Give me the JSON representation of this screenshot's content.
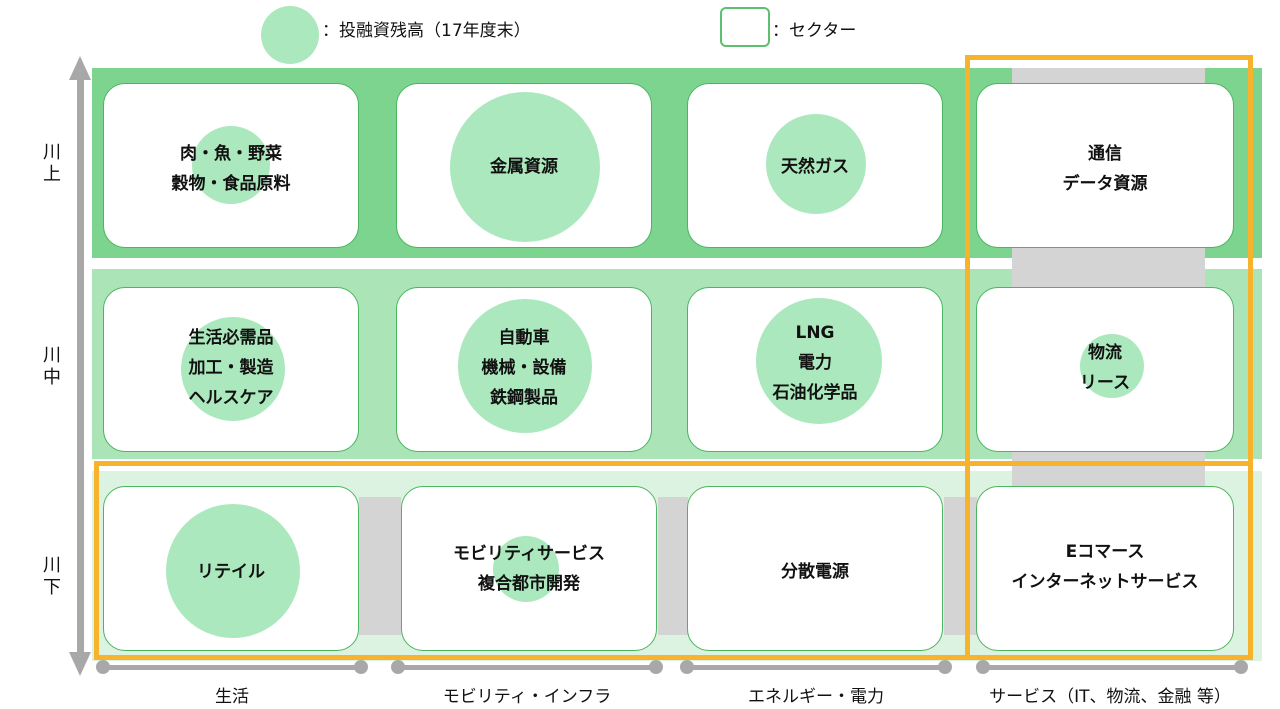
{
  "legend": {
    "bubble_label": "：投融資残高（17年度末）",
    "sector_label": "：セクター"
  },
  "y_axis": {
    "top": [
      "川",
      "上"
    ],
    "middle": [
      "川",
      "中"
    ],
    "bottom": [
      "川",
      "下"
    ]
  },
  "x_axis": {
    "categories": [
      "生活",
      "モビリティ・インフラ",
      "エネルギー・電力",
      "サービス（IT、物流、金融 等）"
    ]
  },
  "cells": {
    "upstream": [
      {
        "lines": [
          "肉・魚・野菜",
          "穀物・食品原料"
        ]
      },
      {
        "lines": [
          "金属資源"
        ]
      },
      {
        "lines": [
          "天然ガス"
        ]
      },
      {
        "lines": [
          "通信",
          "データ資源"
        ]
      }
    ],
    "midstream": [
      {
        "lines": [
          "生活必需品",
          "加工・製造",
          "ヘルスケア"
        ]
      },
      {
        "lines": [
          "自動車",
          "機械・設備",
          "鉄鋼製品"
        ]
      },
      {
        "lines": [
          "LNG",
          "電力",
          "石油化学品"
        ]
      },
      {
        "lines": [
          "物流",
          "リース"
        ]
      }
    ],
    "downstream": [
      {
        "lines": [
          "リテイル"
        ]
      },
      {
        "lines": [
          "モビリティサービス",
          "複合都市開発"
        ]
      },
      {
        "lines": [
          "分散電源"
        ]
      },
      {
        "lines": [
          "Eコマース",
          "インターネットサービス"
        ]
      }
    ]
  },
  "colors": {
    "bubble": "#abe8bd",
    "band_upstream": "#7dd48e",
    "band_midstream": "#abe4b7",
    "band_downstream": "#dcf3e1",
    "highlight": "#f7b32b",
    "axis": "#a8a8a8"
  }
}
